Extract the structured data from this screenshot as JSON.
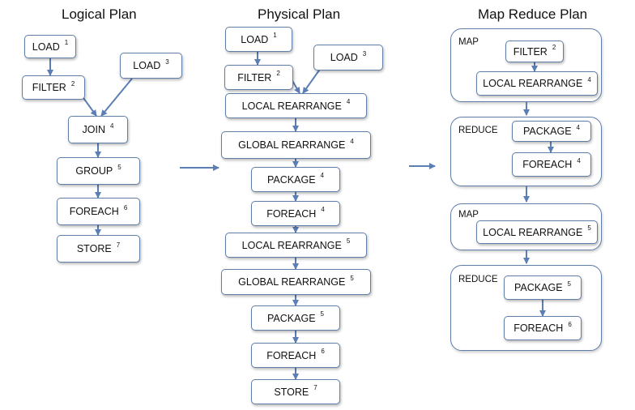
{
  "logical": {
    "title": "Logical Plan",
    "nodes": {
      "load1": {
        "label": "LOAD",
        "num": "1"
      },
      "filter2": {
        "label": "FILTER",
        "num": "2"
      },
      "load3": {
        "label": "LOAD",
        "num": "3"
      },
      "join4": {
        "label": "JOIN",
        "num": "4"
      },
      "group5": {
        "label": "GROUP",
        "num": "5"
      },
      "foreach6": {
        "label": "FOREACH",
        "num": "6"
      },
      "store7": {
        "label": "STORE",
        "num": "7"
      }
    }
  },
  "physical": {
    "title": "Physical Plan",
    "nodes": {
      "load1": {
        "label": "LOAD",
        "num": "1"
      },
      "filter2": {
        "label": "FILTER",
        "num": "2"
      },
      "load3": {
        "label": "LOAD",
        "num": "3"
      },
      "lr4": {
        "label": "LOCAL REARRANGE",
        "num": "4"
      },
      "gr4": {
        "label": "GLOBAL REARRANGE",
        "num": "4"
      },
      "package4": {
        "label": "PACKAGE",
        "num": "4"
      },
      "foreach4": {
        "label": "FOREACH",
        "num": "4"
      },
      "lr5": {
        "label": "LOCAL REARRANGE",
        "num": "5"
      },
      "gr5": {
        "label": "GLOBAL REARRANGE",
        "num": "5"
      },
      "package5": {
        "label": "PACKAGE",
        "num": "5"
      },
      "foreach6": {
        "label": "FOREACH",
        "num": "6"
      },
      "store7": {
        "label": "STORE",
        "num": "7"
      }
    }
  },
  "mapreduce": {
    "title": "Map Reduce Plan",
    "groups": {
      "map1": {
        "label": "MAP"
      },
      "reduce1": {
        "label": "REDUCE"
      },
      "map2": {
        "label": "MAP"
      },
      "reduce2": {
        "label": "REDUCE"
      }
    },
    "nodes": {
      "filter2": {
        "label": "FILTER",
        "num": "2"
      },
      "lr4": {
        "label": "LOCAL REARRANGE",
        "num": "4"
      },
      "package4": {
        "label": "PACKAGE",
        "num": "4"
      },
      "foreach4": {
        "label": "FOREACH",
        "num": "4"
      },
      "lr5": {
        "label": "LOCAL REARRANGE",
        "num": "5"
      },
      "package5": {
        "label": "PACKAGE",
        "num": "5"
      },
      "foreach6": {
        "label": "FOREACH",
        "num": "6"
      }
    }
  },
  "colors": {
    "arrow": "#5b7fb5",
    "border": "#5f7fa8"
  }
}
